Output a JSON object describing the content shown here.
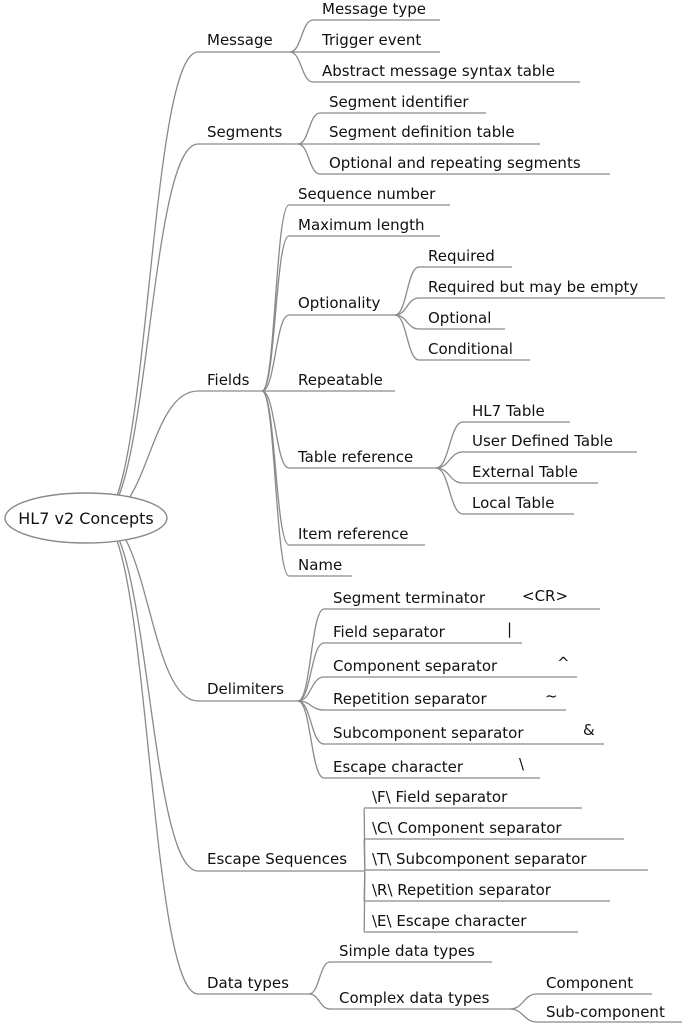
{
  "root": "HL7 v2 Concepts",
  "branches": [
    {
      "label": "Message",
      "children": [
        {
          "label": "Message type"
        },
        {
          "label": "Trigger event"
        },
        {
          "label": "Abstract message syntax table"
        }
      ]
    },
    {
      "label": "Segments",
      "children": [
        {
          "label": "Segment identifier"
        },
        {
          "label": "Segment definition table"
        },
        {
          "label": "Optional and repeating segments"
        }
      ]
    },
    {
      "label": "Fields",
      "children": [
        {
          "label": "Sequence number"
        },
        {
          "label": "Maximum length"
        },
        {
          "label": "Optionality",
          "children": [
            {
              "label": "Required"
            },
            {
              "label": "Required but may be empty"
            },
            {
              "label": "Optional"
            },
            {
              "label": "Conditional"
            }
          ]
        },
        {
          "label": "Repeatable"
        },
        {
          "label": "Table reference",
          "children": [
            {
              "label": "HL7 Table"
            },
            {
              "label": "User Defined Table"
            },
            {
              "label": "External Table"
            },
            {
              "label": "Local Table"
            }
          ]
        },
        {
          "label": "Item reference"
        },
        {
          "label": "Name"
        }
      ]
    },
    {
      "label": "Delimiters",
      "children": [
        {
          "label": "Segment terminator",
          "value": "<CR>"
        },
        {
          "label": "Field separator",
          "value": "|"
        },
        {
          "label": "Component separator",
          "value": "^"
        },
        {
          "label": "Repetition separator",
          "value": "~"
        },
        {
          "label": "Subcomponent separator",
          "value": "&"
        },
        {
          "label": "Escape character",
          "value": "\\"
        }
      ]
    },
    {
      "label": "Escape Sequences",
      "children": [
        {
          "label": "\\F\\ Field separator"
        },
        {
          "label": "\\C\\ Component separator"
        },
        {
          "label": "\\T\\ Subcomponent separator"
        },
        {
          "label": "\\R\\ Repetition separator"
        },
        {
          "label": "\\E\\ Escape character"
        }
      ]
    },
    {
      "label": "Data types",
      "children": [
        {
          "label": "Simple data types"
        },
        {
          "label": "Complex data types",
          "children": [
            {
              "label": "Component"
            },
            {
              "label": "Sub-component"
            }
          ]
        }
      ]
    }
  ]
}
